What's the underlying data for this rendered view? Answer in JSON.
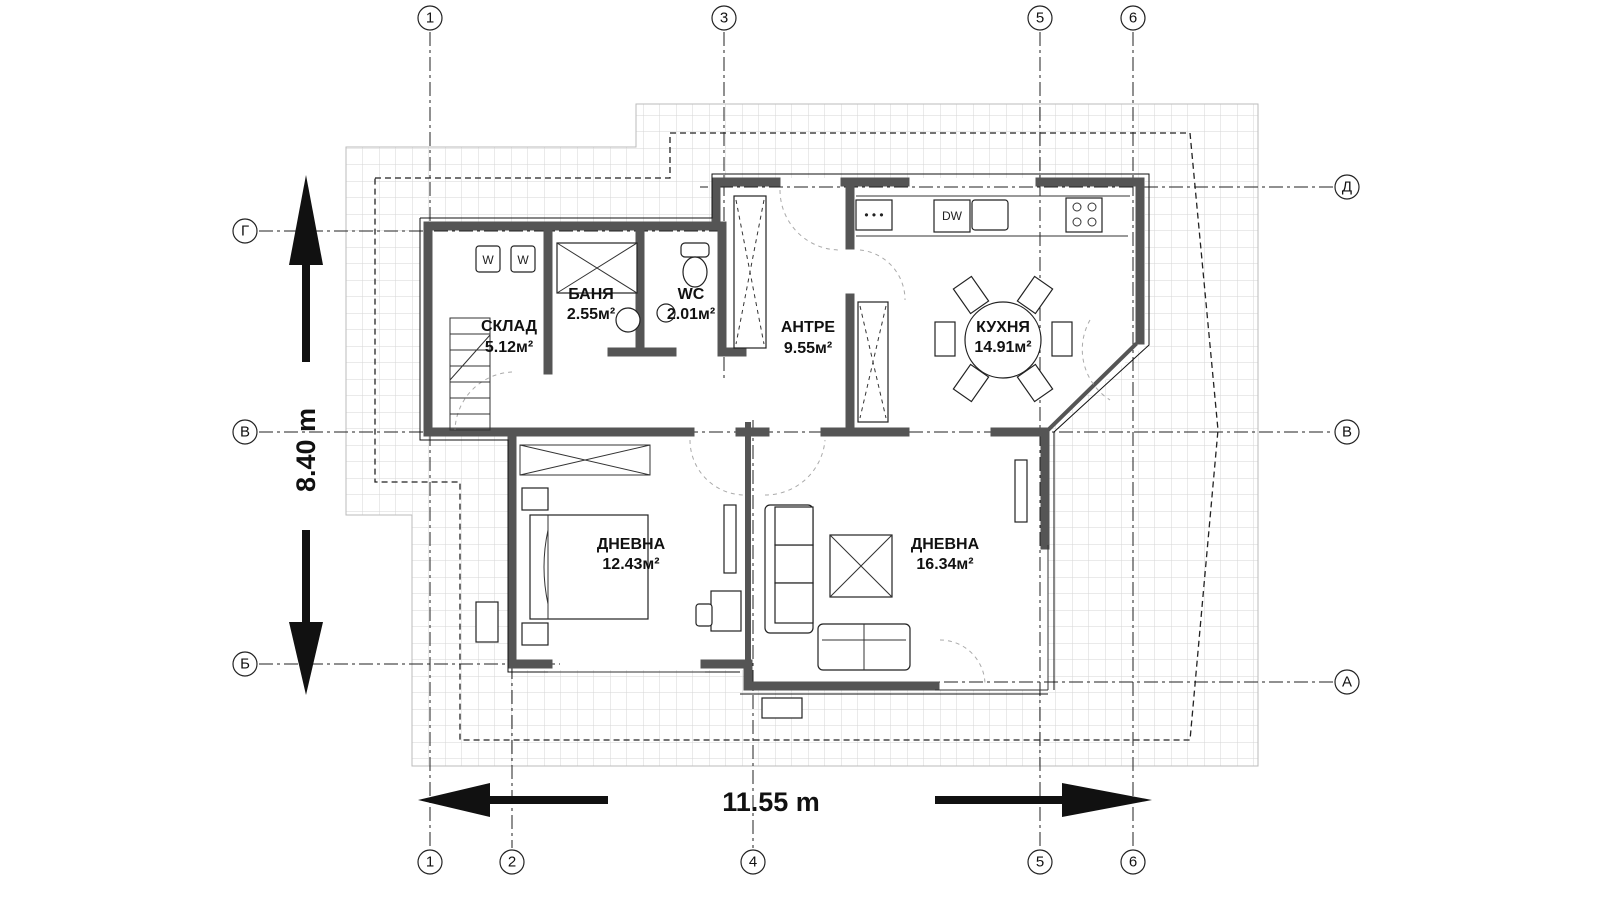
{
  "axes": {
    "vertical": [
      {
        "label": "1",
        "top": true,
        "bottom": true
      },
      {
        "label": "2",
        "top": false,
        "bottom": true
      },
      {
        "label": "3",
        "top": true,
        "bottom": false
      },
      {
        "label": "4",
        "top": false,
        "bottom": true
      },
      {
        "label": "5",
        "top": true,
        "bottom": true
      },
      {
        "label": "6",
        "top": true,
        "bottom": true
      }
    ],
    "horizontal": [
      {
        "label": "Д",
        "side": "right"
      },
      {
        "label": "Г",
        "side": "left"
      },
      {
        "label": "В",
        "side": "both"
      },
      {
        "label": "Б",
        "side": "left"
      },
      {
        "label": "А",
        "side": "right"
      }
    ]
  },
  "rooms": [
    {
      "name": "СКЛАД",
      "area": "5.12м²"
    },
    {
      "name": "БАНЯ",
      "area": "2.55м²"
    },
    {
      "name": "WC",
      "area": "2.01м²"
    },
    {
      "name": "АНТРЕ",
      "area": "9.55м²"
    },
    {
      "name": "КУХНЯ",
      "area": "14.91м²"
    },
    {
      "name": "ДНЕВНА",
      "area": "12.43м²"
    },
    {
      "name": "ДНЕВНА",
      "area": "16.34м²"
    }
  ],
  "appliances": {
    "washer1": "W",
    "washer2": "W",
    "dishwasher": "DW"
  },
  "dimensions": {
    "height": "8.40 m",
    "width": "11.55 m"
  },
  "colors": {
    "wall": "#555555",
    "grid": "#d9d9d9",
    "ink": "#111111"
  }
}
